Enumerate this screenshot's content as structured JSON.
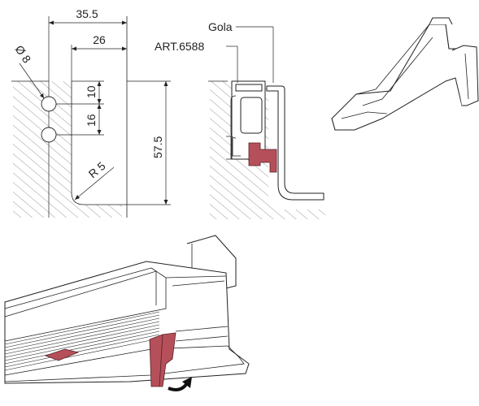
{
  "drawing": {
    "dim_35_5": "35.5",
    "dim_26": "26",
    "dim_diameter": "Ø 8",
    "dim_10": "10",
    "dim_16": "16",
    "dim_57_5": "57.5",
    "dim_radius": "R 5",
    "label_gola": "Gola",
    "label_art": "ART.6588"
  },
  "colors": {
    "clip_red": "#b5505a",
    "line": "#222222",
    "hatch": "#555555"
  }
}
